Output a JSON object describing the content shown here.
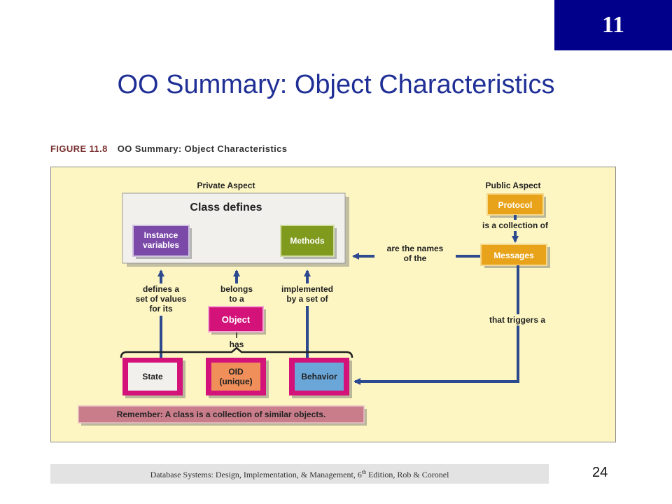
{
  "slide": {
    "chapter": "11",
    "title": "OO Summary: Object Characteristics",
    "page_number": "24"
  },
  "figure": {
    "number": "FIGURE 11.8",
    "caption": "OO Summary: Object Characteristics",
    "private_aspect": "Private Aspect",
    "public_aspect": "Public Aspect",
    "class_defines": "Class defines",
    "instance_variables": [
      "Instance",
      "variables"
    ],
    "methods": "Methods",
    "protocol": "Protocol",
    "is_collection_of": "is a collection of",
    "messages": "Messages",
    "are_names_of": [
      "are the names",
      "of the"
    ],
    "defines_values": [
      "defines a",
      "set of values",
      "for its"
    ],
    "belongs_to": [
      "belongs",
      "to a"
    ],
    "implemented_by": [
      "implemented",
      "by a set of"
    ],
    "object": "Object",
    "has": "has",
    "triggers": "that triggers a",
    "state": "State",
    "oid": [
      "OID",
      "(unique)"
    ],
    "behavior": "Behavior",
    "remember": "Remember: A class is a collection of similar objects.",
    "colors": {
      "background": "#fdf6c3",
      "instance": "#7b4aa8",
      "methods": "#7f9a1c",
      "protocol": "#e8a31a",
      "object": "#d3137a",
      "state": "#d3137a",
      "oid": "#f08f5a",
      "behavior": "#2f6db6",
      "arrow": "#2e4a8f",
      "remember": "#c97d8a"
    }
  },
  "footer": {
    "text_before": "Database Systems: Design, Implementation, & Management, 6",
    "superscript": "th",
    "text_after": " Edition, Rob & Coronel"
  }
}
